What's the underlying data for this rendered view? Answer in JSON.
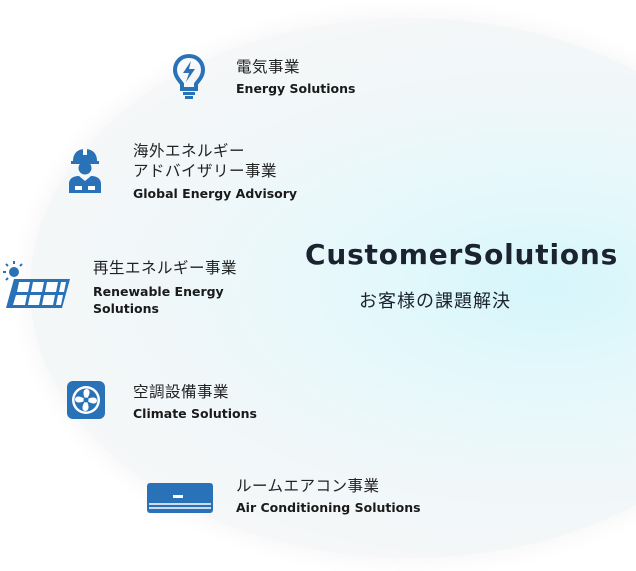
{
  "center": {
    "title": "CustomerSolutions",
    "subtitle": "お客様の課題解決"
  },
  "services": {
    "electric": {
      "title": "電気事業",
      "subtitle": "Energy Solutions",
      "icon": "lightbulb-bolt-icon"
    },
    "global": {
      "title_line1": "海外エネルギー",
      "title_line2": "アドバイザリー事業",
      "subtitle": "Global Energy Advisory",
      "icon": "worker-helmet-icon"
    },
    "renewable": {
      "title": "再生エネルギー事業",
      "subtitle_line1": "Renewable Energy",
      "subtitle_line2": "Solutions",
      "icon": "solar-panel-icon"
    },
    "climate": {
      "title": "空調設備事業",
      "subtitle": "Climate Solutions",
      "icon": "fan-icon"
    },
    "aircon": {
      "title": "ルームエアコン事業",
      "subtitle": "Air Conditioning Solutions",
      "icon": "air-conditioner-icon"
    }
  },
  "colors": {
    "icon_blue": "#2a72b8",
    "ellipse_center": "#d6f6fb"
  }
}
